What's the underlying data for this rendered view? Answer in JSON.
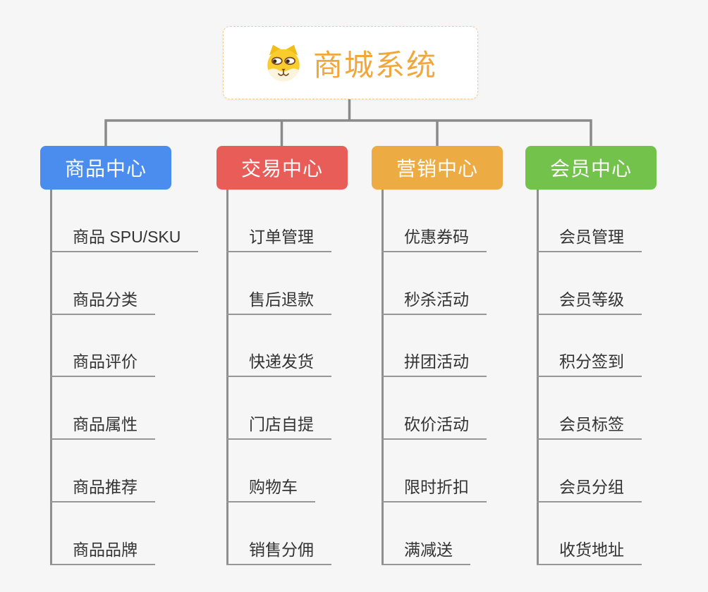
{
  "canvas": {
    "background": "#f5f6f5",
    "connector_color": "#8a8a8a",
    "leaf_line_color": "#979797",
    "leaf_text_color": "#333333"
  },
  "root": {
    "label": "商城系统",
    "icon": "doge-face-icon",
    "text_color": "#f0a73c",
    "border_color": "#f2cc8d",
    "background": "#ffffff"
  },
  "branches": [
    {
      "label": "商品中心",
      "color": "#4a8def",
      "children": [
        "商品 SPU/SKU",
        "商品分类",
        "商品评价",
        "商品属性",
        "商品推荐",
        "商品品牌"
      ]
    },
    {
      "label": "交易中心",
      "color": "#e95d59",
      "children": [
        "订单管理",
        "售后退款",
        "快递发货",
        "门店自提",
        "购物车",
        "销售分佣"
      ]
    },
    {
      "label": "营销中心",
      "color": "#ecab43",
      "children": [
        "优惠券码",
        "秒杀活动",
        "拼团活动",
        "砍价活动",
        "限时折扣",
        "满减送"
      ]
    },
    {
      "label": "会员中心",
      "color": "#72c24c",
      "children": [
        "会员管理",
        "会员等级",
        "积分签到",
        "会员标签",
        "会员分组",
        "收货地址"
      ]
    }
  ]
}
